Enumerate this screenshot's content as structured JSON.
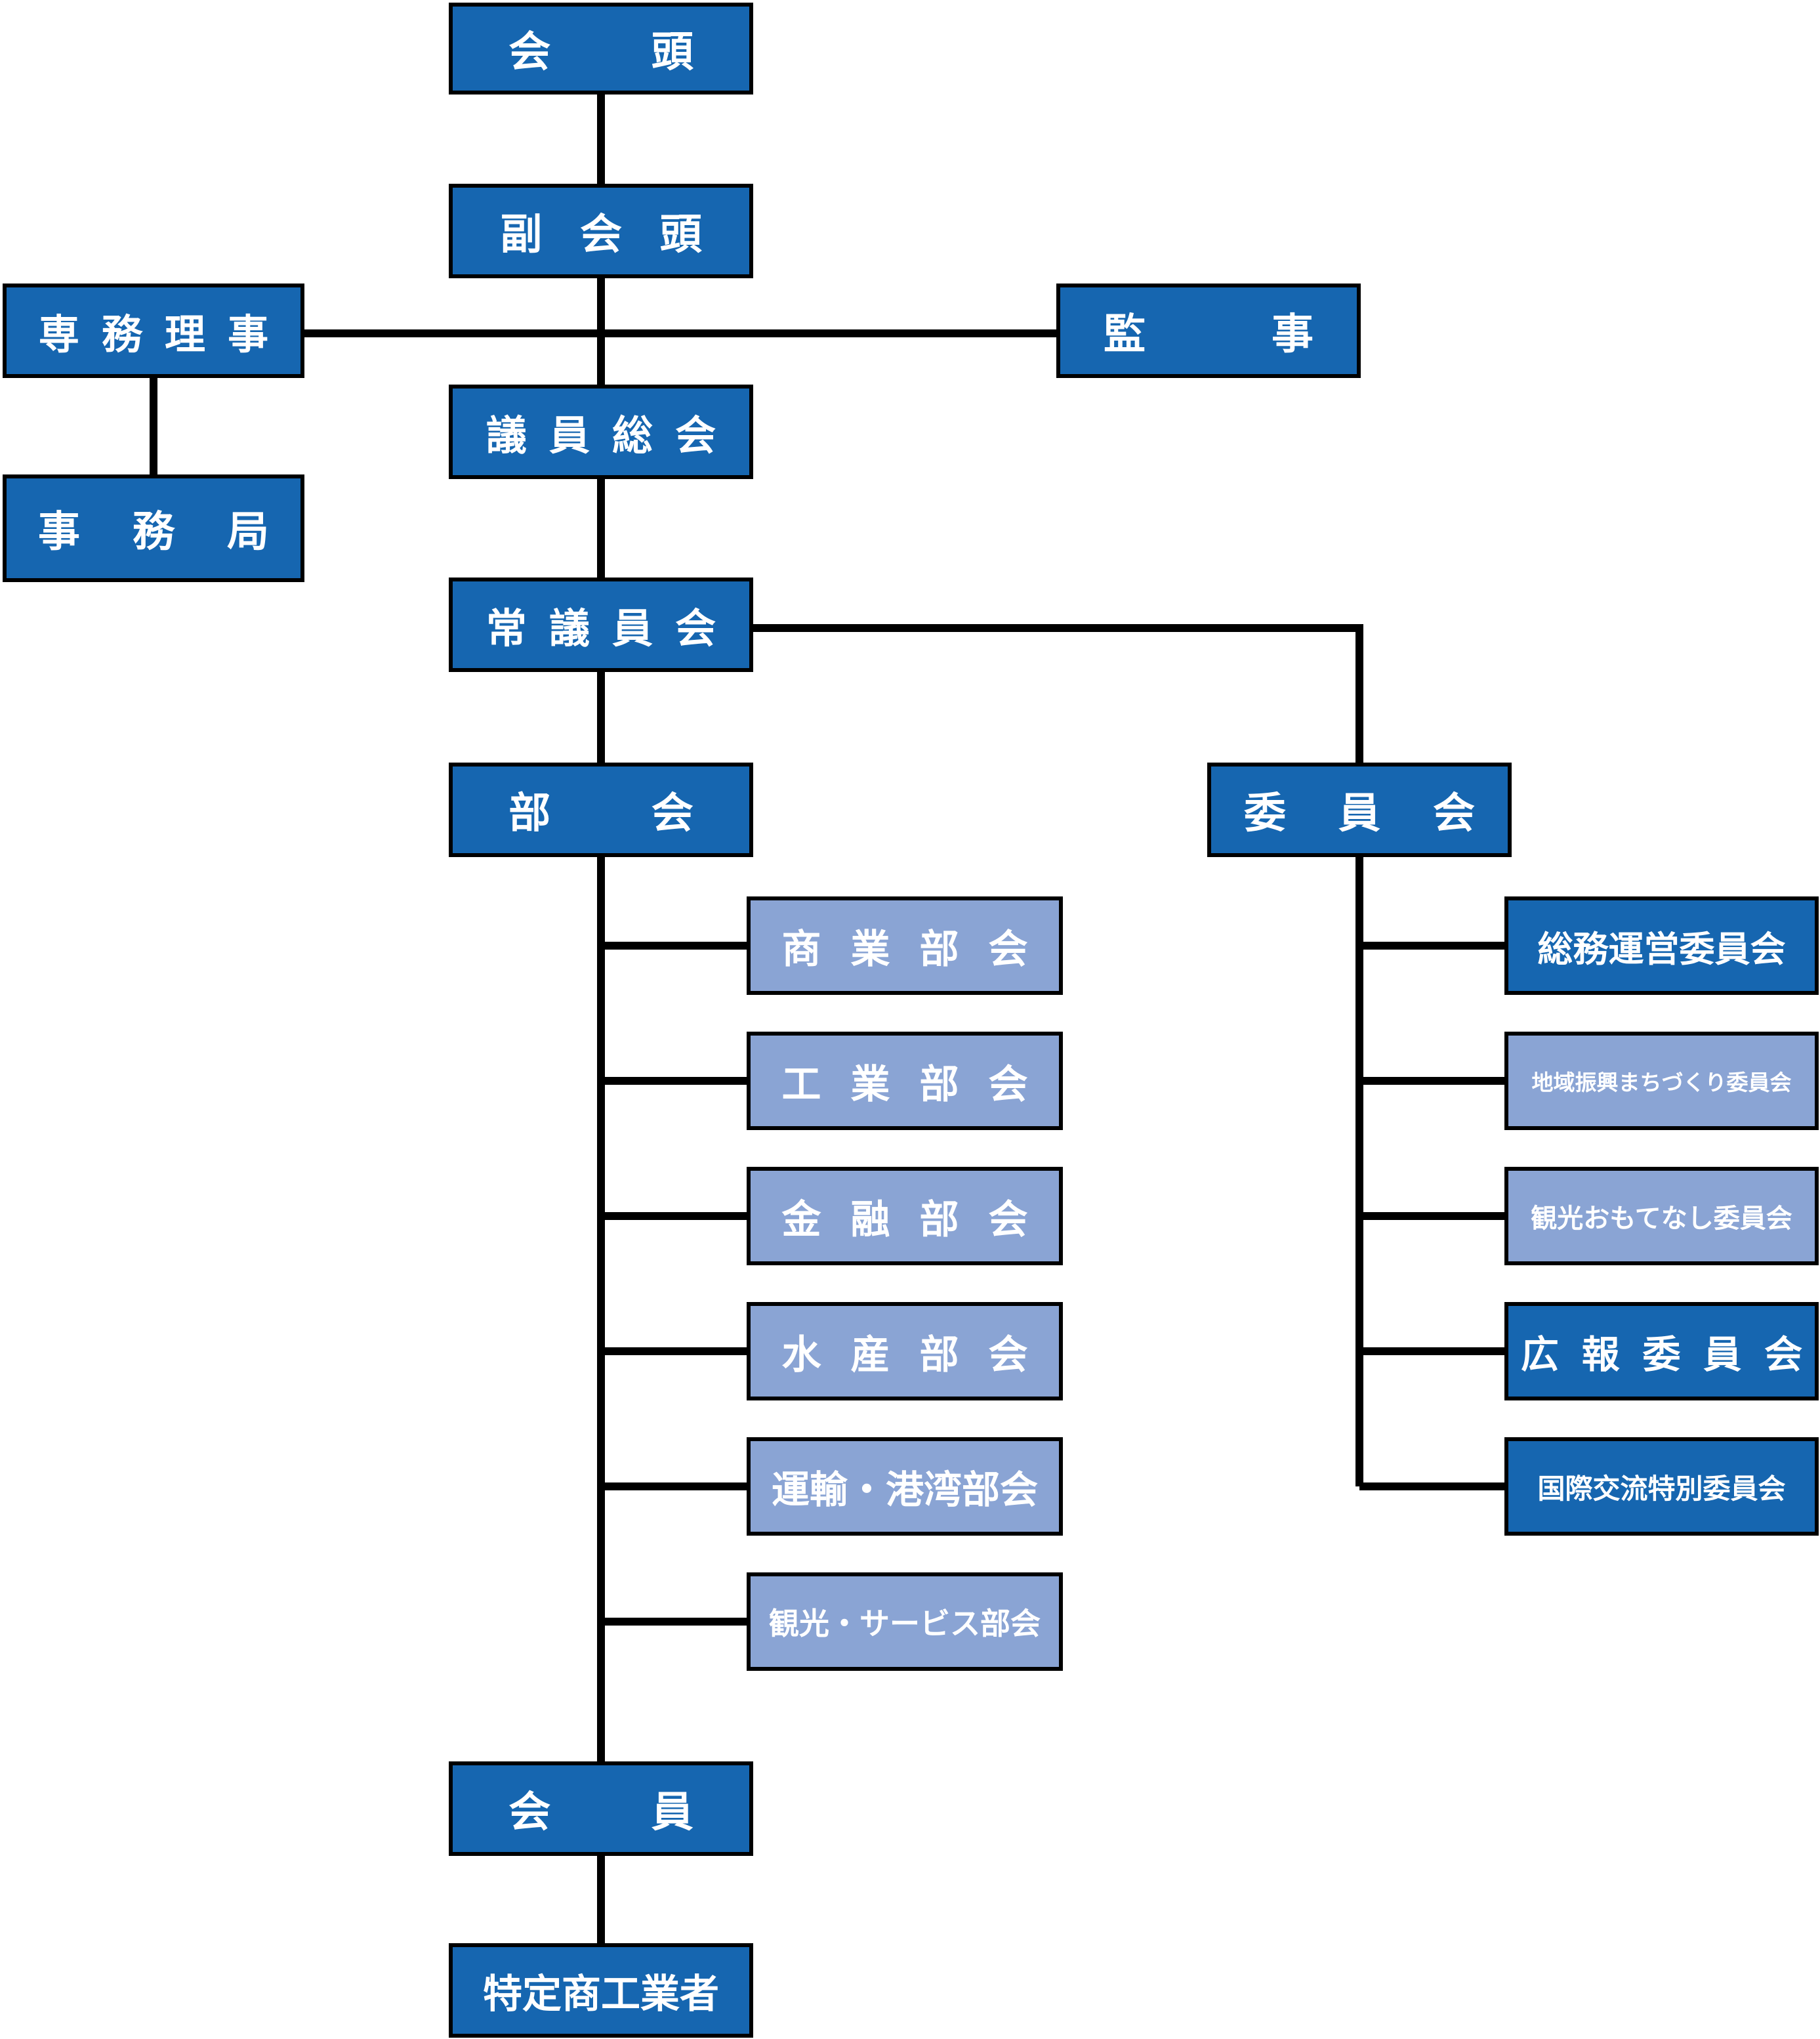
{
  "colors": {
    "top_level": "#1666b0",
    "sub_level": "#8aa4d4",
    "line": "#000000",
    "text": "#ffffff"
  },
  "chart": {
    "kaito": "会頭",
    "fuku_kaito": "副会頭",
    "senmu_riji": "専務理事",
    "jimukyoku": "事務局",
    "kanji": "監事",
    "giin_sokai": "議員総会",
    "jogiin_kai": "常議員会",
    "bukai": "部会",
    "iinkai": "委員会",
    "kaiin": "会員",
    "tokutei": "特定商工業者"
  },
  "bukai_list": [
    "商業部会",
    "工業部会",
    "金融部会",
    "水産部会",
    "運輸・港湾部会",
    "観光・サービス部会"
  ],
  "iinkai_list": [
    "総務運営委員会",
    "地域振興まちづくり委員会",
    "観光おもてなし委員会",
    "広報委員会",
    "国際交流特別委員会"
  ]
}
